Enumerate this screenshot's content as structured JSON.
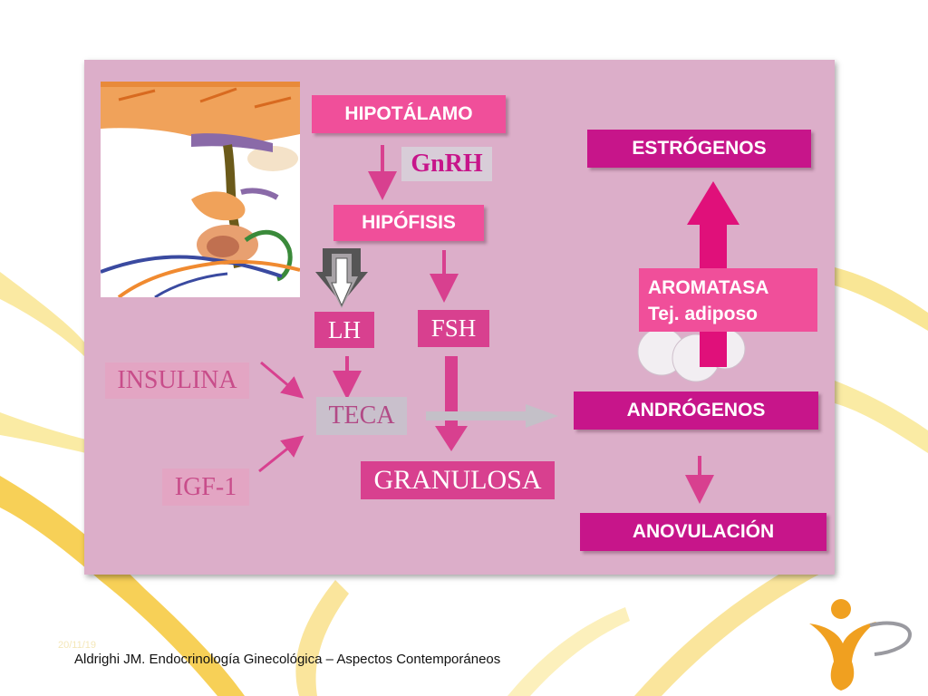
{
  "diagram": {
    "nodes": {
      "hipotalamo": "HIPOTÁLAMO",
      "gnrh": "GnRH",
      "hipofisis": "HIPÓFISIS",
      "lh": "LH",
      "fsh": "FSH",
      "insulina": "INSULINA",
      "teca": "TECA",
      "igf1": "IGF-1",
      "granulosa": "GRANULOSA",
      "estrogenos": "ESTRÓGENOS",
      "aromatasa": "AROMATASA",
      "tejido": "Tej. adiposo",
      "androgenos": "ANDRÓGENOS",
      "anovulacion": "ANOVULACIÓN"
    }
  },
  "footer": {
    "citation": "Aldrighi JM. Endocrinología Ginecológica – Aspectos Contemporáneos",
    "faint_date": "20/11/19"
  },
  "colors": {
    "panel": "#dcaec9",
    "pink_box": "#f04f9a",
    "magenta_box": "#c7158a",
    "arrow": "#d8408f",
    "gold_ribbon": "#f5c518",
    "logo_orange": "#f0a020"
  }
}
